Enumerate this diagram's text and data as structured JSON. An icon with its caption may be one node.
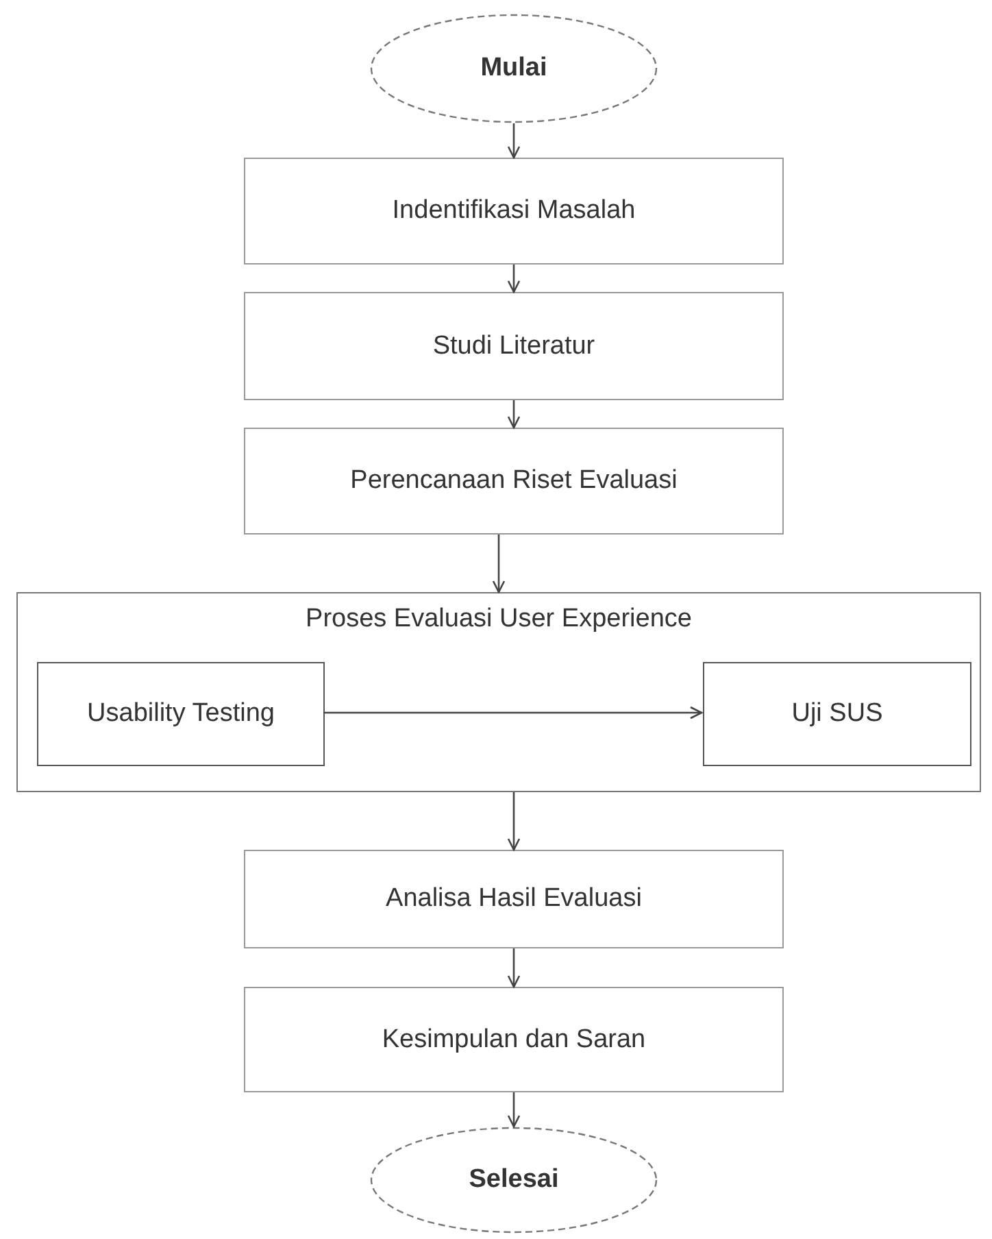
{
  "diagram": {
    "nodes": [
      {
        "text": [
          "Mulai"
        ]
      },
      {
        "text": [
          "Indentifikasi Masalah"
        ]
      },
      {
        "text": [
          "Studi Literatur"
        ]
      },
      {
        "text": [
          "Perencanaan Riset Evaluasi"
        ]
      },
      {
        "text": [
          "Proses Evaluasi User Experience"
        ]
      },
      {
        "text": [
          "Usability Testing"
        ],
        "in": 4
      },
      {
        "text": [
          "Uji SUS"
        ],
        "in": 4
      },
      {
        "text": [
          "Analisa Hasil Evaluasi"
        ]
      },
      {
        "text": [
          "Kesimpulan dan Saran"
        ]
      },
      {
        "text": [
          "Selesai"
        ]
      }
    ],
    "edges": [
      {
        "from": 0,
        "to": 1,
        "arrow": "to"
      },
      {
        "from": 1,
        "to": 2,
        "arrow": "to"
      },
      {
        "from": 2,
        "to": 3,
        "arrow": "to"
      },
      {
        "from": 3,
        "to": 4,
        "arrow": "to"
      },
      {
        "from": 5,
        "to": 6,
        "arrow": "to"
      },
      {
        "from": 4,
        "to": 7,
        "arrow": "to"
      },
      {
        "from": 7,
        "to": 8,
        "arrow": "to"
      },
      {
        "from": 8,
        "to": 9,
        "arrow": "to"
      }
    ]
  }
}
